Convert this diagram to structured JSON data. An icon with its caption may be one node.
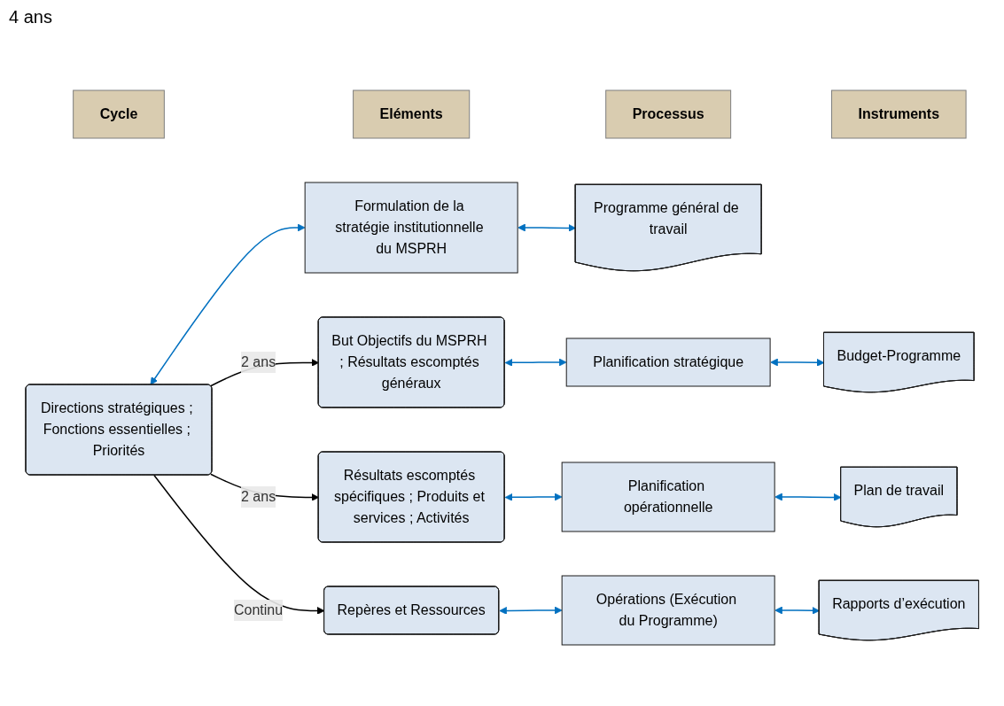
{
  "diagram": {
    "nodes": [
      {
        "text": [
          "Cycle"
        ]
      },
      {
        "text": [
          "Eléments"
        ]
      },
      {
        "text": [
          "Processus"
        ]
      },
      {
        "text": [
          "Instruments"
        ]
      },
      {
        "text": [
          "Directions stratégiques ; Fonctions essentielles ; Priorités"
        ]
      },
      {
        "text": [
          "Formulation de la stratégie institutionnelle du MSPRH"
        ]
      },
      {
        "text": [
          "Programme général de travail"
        ]
      },
      {
        "text": [
          "But Objectifs du MSPRH ; Résultats escomptés généraux"
        ]
      },
      {
        "text": [
          "Planification stratégique"
        ]
      },
      {
        "text": [
          "Budget-Programme"
        ]
      },
      {
        "text": [
          "Résultats escomptés spécifiques ; Produits et services ; Activités"
        ]
      },
      {
        "text": [
          "Planification opérationnelle"
        ]
      },
      {
        "text": [
          "Plan de travail"
        ]
      },
      {
        "text": [
          "Repères et Ressources"
        ]
      },
      {
        "text": [
          "Opérations (Exécution du Programme)"
        ]
      },
      {
        "text": [
          "Rapports d’exécution"
        ]
      }
    ],
    "edges": [
      {
        "from": 4,
        "to": 5,
        "arrow": "both",
        "color": "#0070c0"
      },
      {
        "from": 5,
        "to": 6,
        "arrow": "both",
        "color": "#0070c0"
      },
      {
        "from": 4,
        "to": 7,
        "arrow": "to",
        "label": "2 ans",
        "color": "#000000"
      },
      {
        "from": 7,
        "to": 8,
        "arrow": "both",
        "color": "#0070c0"
      },
      {
        "from": 8,
        "to": 9,
        "arrow": "both",
        "color": "#0070c0"
      },
      {
        "from": 4,
        "to": 10,
        "arrow": "to",
        "label": "2 ans",
        "color": "#000000"
      },
      {
        "from": 10,
        "to": 11,
        "arrow": "both",
        "color": "#0070c0"
      },
      {
        "from": 11,
        "to": 12,
        "arrow": "both",
        "color": "#0070c0"
      },
      {
        "from": 4,
        "to": 13,
        "arrow": "to",
        "label": "Continu",
        "color": "#000000"
      },
      {
        "from": 13,
        "to": 14,
        "arrow": "both",
        "color": "#0070c0"
      },
      {
        "from": 14,
        "to": 15,
        "arrow": "both",
        "color": "#0070c0"
      }
    ],
    "labels": [
      "4 ans"
    ]
  }
}
